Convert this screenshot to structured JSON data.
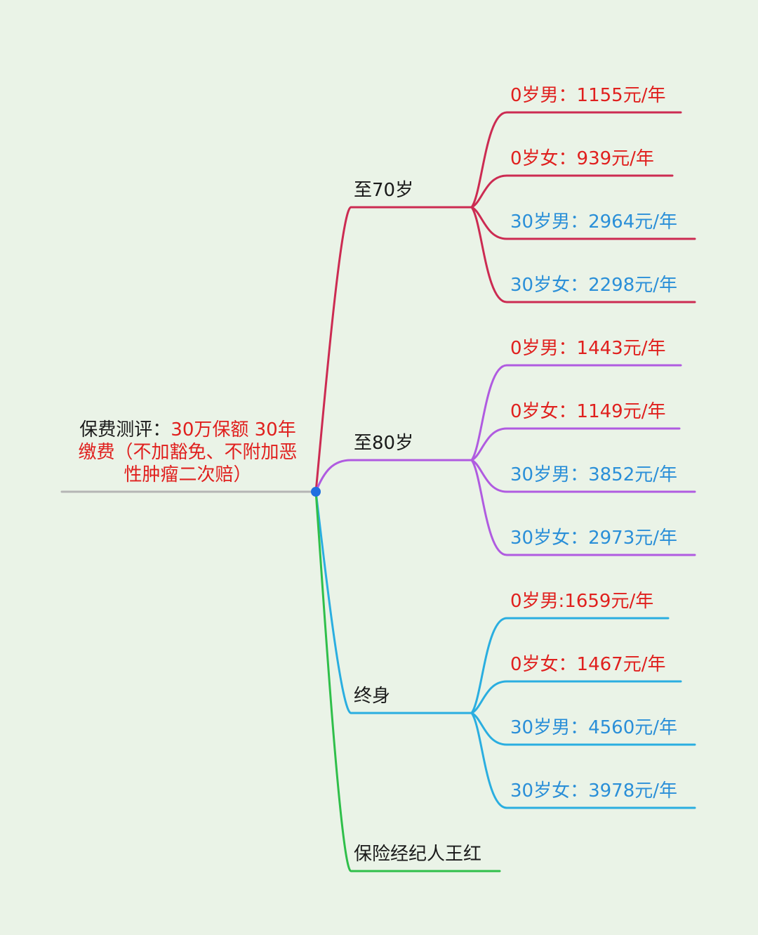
{
  "root": {
    "prefix": "保费测评：",
    "line1_highlight": "30万保额 30年",
    "line2": "缴费（不加豁免、不附加恶",
    "line3": "性肿瘤二次赔）"
  },
  "colors": {
    "background": "#eaf3e7",
    "root_line": "#b5b5b5",
    "root_node": "#1f6fe0",
    "branch_70": "#cc2b52",
    "branch_80": "#b05be0",
    "branch_life": "#2aaee0",
    "branch_agent": "#2fbf4a",
    "leaf_red_text": "#e0201e",
    "leaf_blue_text": "#2a8fd8"
  },
  "branches": [
    {
      "label": "至70岁",
      "leaves": [
        {
          "text": "0岁男：1155元/年",
          "tone": "red"
        },
        {
          "text": "0岁女：939元/年",
          "tone": "red"
        },
        {
          "text": "30岁男：2964元/年",
          "tone": "blue"
        },
        {
          "text": "30岁女：2298元/年",
          "tone": "blue"
        }
      ]
    },
    {
      "label": "至80岁",
      "leaves": [
        {
          "text": "0岁男：1443元/年",
          "tone": "red"
        },
        {
          "text": "0岁女：1149元/年",
          "tone": "red"
        },
        {
          "text": "30岁男：3852元/年",
          "tone": "blue"
        },
        {
          "text": "30岁女：2973元/年",
          "tone": "blue"
        }
      ]
    },
    {
      "label": "终身",
      "leaves": [
        {
          "text": "0岁男:1659元/年",
          "tone": "red"
        },
        {
          "text": "0岁女：1467元/年",
          "tone": "red"
        },
        {
          "text": "30岁男：4560元/年",
          "tone": "blue"
        },
        {
          "text": "30岁女：3978元/年",
          "tone": "blue"
        }
      ]
    },
    {
      "label": "保险经纪人王红",
      "leaves": []
    }
  ]
}
